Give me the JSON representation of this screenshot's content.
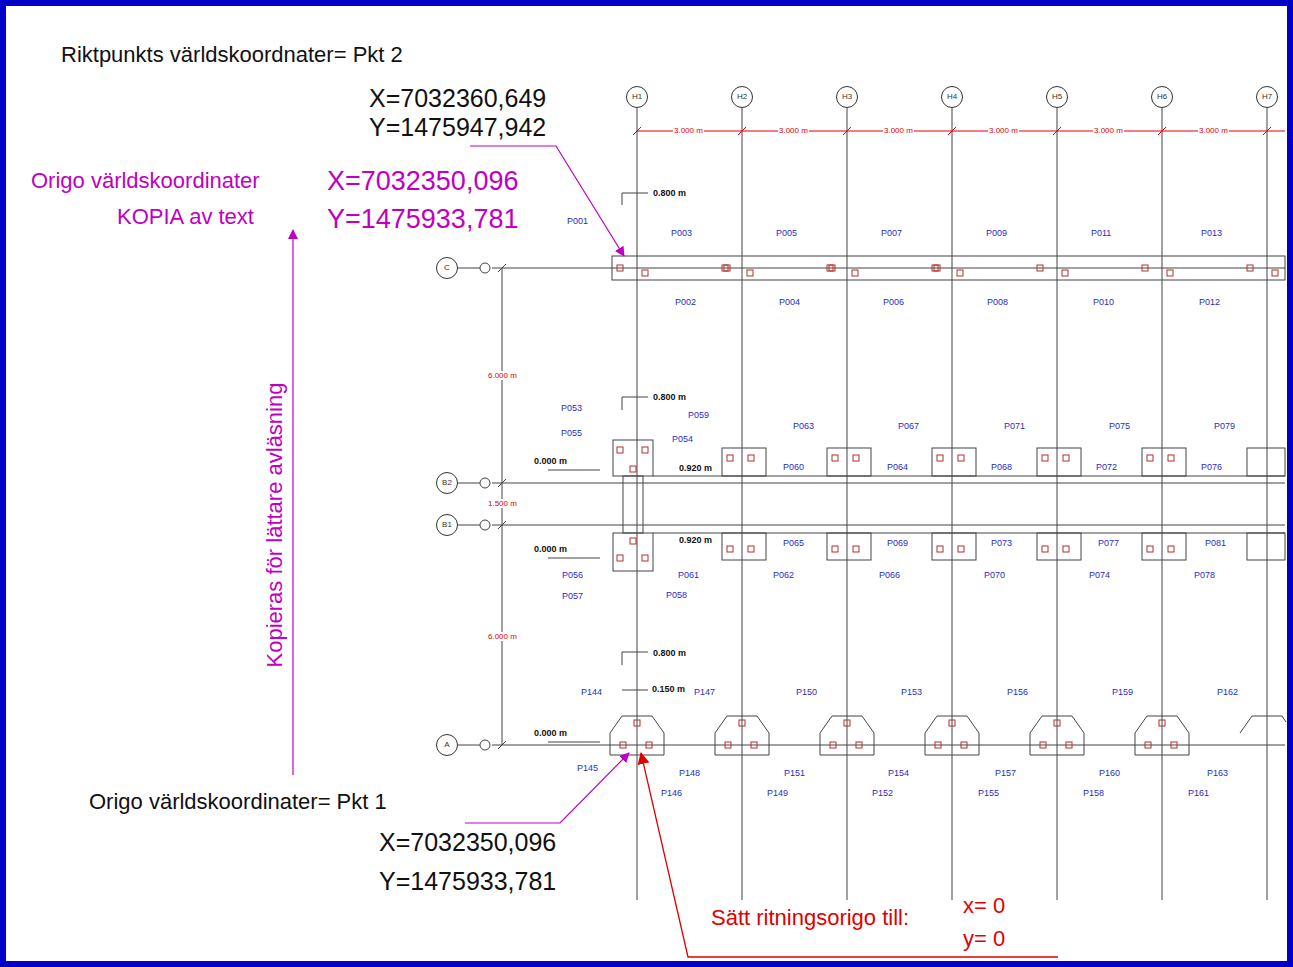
{
  "diagram": {
    "nodes": [
      {
        "text": [
          "H1"
        ]
      },
      {
        "text": [
          "H2"
        ]
      },
      {
        "text": [
          "H3"
        ]
      },
      {
        "text": [
          "H4"
        ]
      },
      {
        "text": [
          "H5"
        ]
      },
      {
        "text": [
          "H6"
        ]
      },
      {
        "text": [
          "H7"
        ]
      },
      {
        "text": [
          "C"
        ]
      },
      {
        "text": [
          "B2"
        ]
      },
      {
        "text": [
          "B1"
        ]
      },
      {
        "text": [
          "A"
        ]
      }
    ],
    "labels": [
      "Riktpunkts världskoordnater= Pkt 2",
      "X=7032360,649",
      "Y=1475947,942",
      "Origo världskoordinater",
      "X=7032350,096",
      "KOPIA av text",
      "Y=1475933,781",
      "Kopieras för lättare avläsning",
      "Origo världskoordinater= Pkt 1",
      "X=7032350,096",
      "Y=1475933,781",
      "Sätt ritningsorigo till:",
      "x= 0",
      "y= 0",
      "3.000 m",
      "3.000 m",
      "3.000 m",
      "3.000 m",
      "3.000 m",
      "3.000 m",
      "0.800 m",
      "0.800 m",
      "0.800 m",
      "0.150 m",
      "0.000 m",
      "0.000 m",
      "0.000 m",
      "0.920 m",
      "0.920 m",
      "6.000 m",
      "1.500 m",
      "6.000 m",
      "P001",
      "P003",
      "P005",
      "P007",
      "P009",
      "P011",
      "P013",
      "P002",
      "P004",
      "P006",
      "P008",
      "P010",
      "P012",
      "P053",
      "P055",
      "P054",
      "P059",
      "P063",
      "P067",
      "P071",
      "P075",
      "P079",
      "P060",
      "P064",
      "P068",
      "P072",
      "P076",
      "P065",
      "P069",
      "P073",
      "P077",
      "P081",
      "P056",
      "P057",
      "P058",
      "P061",
      "P062",
      "P066",
      "P070",
      "P074",
      "P078",
      "P144",
      "P147",
      "P150",
      "P153",
      "P156",
      "P159",
      "P162",
      "P145",
      "P146",
      "P148",
      "P149",
      "P151",
      "P152",
      "P154",
      "P155",
      "P157",
      "P158",
      "P160",
      "P161",
      "P163"
    ]
  }
}
